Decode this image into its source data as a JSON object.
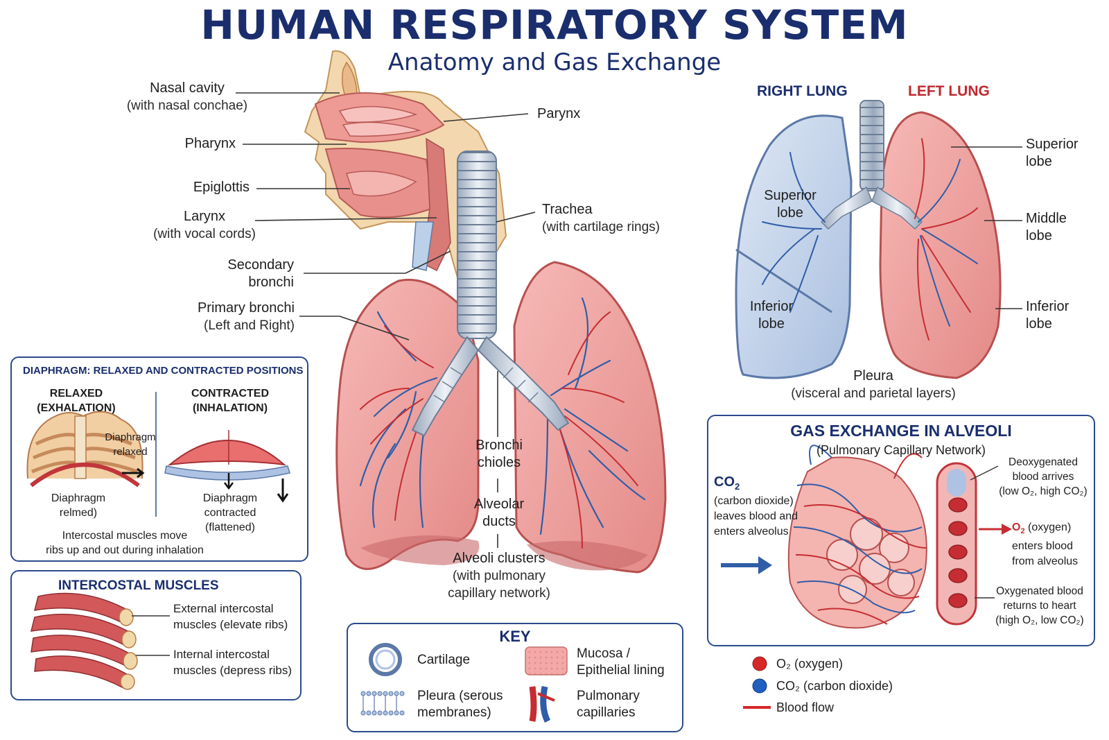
{
  "title": "HUMAN RESPIRATORY SYSTEM",
  "subtitle": "Anatomy and Gas Exchange",
  "anatomy_labels": {
    "nasal_cavity": "Nasal cavity",
    "nasal_cavity_sub": "(with nasal conchae)",
    "pharynx": "Pharynx",
    "epiglottis": "Epiglottis",
    "larynx": "Larynx",
    "larynx_sub": "(with vocal cords)",
    "secondary_bronchi_1": "Secondary",
    "secondary_bronchi_2": "bronchi",
    "primary_bronchi": "Primary bronchi",
    "primary_bronchi_sub": "(Left and Right)",
    "parynx": "Parynx",
    "trachea": "Trachea",
    "trachea_sub": "(with cartilage rings)",
    "bronchioles_1": "Bronchi",
    "bronchioles_2": "chioles",
    "alveolar_ducts_1": "Alveolar",
    "alveolar_ducts_2": "ducts",
    "alveoli_1": "Alveoli clusters",
    "alveoli_2": "(with pulmonary",
    "alveoli_3": "capillary network)"
  },
  "lungs_panel": {
    "right_lung": "RIGHT LUNG",
    "left_lung": "LEFT LUNG",
    "superior_lobe_1": "Superior",
    "superior_lobe_2": "lobe",
    "inferior_lobe_1": "Inferior",
    "inferior_lobe_2": "lobe",
    "r_superior_1": "Superior",
    "r_superior_2": "lobe",
    "r_middle_1": "Middle",
    "r_middle_2": "lobe",
    "r_inferior_1": "Inferior",
    "r_inferior_2": "lobe",
    "pleura": "Pleura",
    "pleura_sub": "(visceral and parietal layers)",
    "right_lung_color": "#1a2e6e",
    "left_lung_color": "#c0282d"
  },
  "diaphragm_box": {
    "title": "DIAPHRAGM: RELAXED AND CONTRACTED POSITIONS",
    "relaxed_1": "RELAXED",
    "relaxed_2": "(EXHALATION)",
    "contracted_1": "CONTRACTED",
    "contracted_2": "(INHALATION)",
    "diaphragm_relaxed_1": "Diaphragm",
    "diaphragm_relaxed_2": "relaxed",
    "diaphragm_relmed_1": "Diaphragm",
    "diaphragm_relmed_2": "relmed)",
    "diaphragm_contracted_1": "Diaphragm",
    "diaphragm_contracted_2": "contracted",
    "diaphragm_contracted_3": "(flattened)",
    "note_1": "Intercostal muscles move",
    "note_2": "ribs up and out during inhalation"
  },
  "intercostal_box": {
    "title": "INTERCOSTAL MUSCLES",
    "external_1": "External intercostal",
    "external_2": "muscles (elevate ribs)",
    "internal_1": "Internal intercostal",
    "internal_2": "muscles (depress ribs)"
  },
  "key_box": {
    "title": "KEY",
    "cartilage": "Cartilage",
    "mucosa_1": "Mucosa /",
    "mucosa_2": "Epithelial lining",
    "pleura_1": "Pleura (serous",
    "pleura_2": "membranes)",
    "capillaries_1": "Pulmonary",
    "capillaries_2": "capillaries"
  },
  "gas_exchange_box": {
    "title": "GAS EXCHANGE IN ALVEOLI",
    "subtitle": "(Pulmonary Capillary Network)",
    "co2": "CO",
    "co2_sub": "2",
    "co2_desc_1": "(carbon dioxide)",
    "co2_desc_2": "leaves blood and",
    "co2_desc_3": "enters alveolus",
    "deoxy_1": "Deoxygenated",
    "deoxy_2": "blood arrives",
    "deoxy_3": "(low O₂, high CO₂)",
    "o2": "O",
    "o2_sub": "2",
    "o2_desc_1": "(oxygen)",
    "o2_desc_2": "enters blood",
    "o2_desc_3": "from alveolus",
    "oxy_1": "Oxygenated blood",
    "oxy_2": "returns to heart",
    "oxy_3": "(high O₂, low CO₂)"
  },
  "legend": {
    "o2": "O₂ (oxygen)",
    "co2": "CO₂ (carbon dioxide)",
    "blood_flow": "Blood flow",
    "o2_color": "#d62828",
    "co2_color": "#1f5fbf",
    "flow_color": "#d62828"
  }
}
